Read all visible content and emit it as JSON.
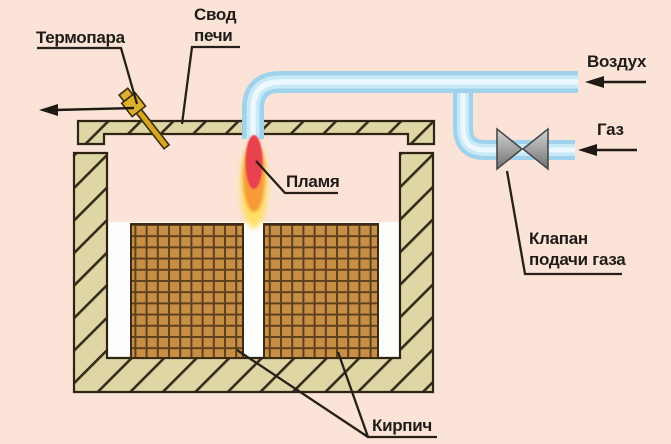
{
  "diagram": {
    "labels": {
      "thermocouple": "Термопара",
      "furnace_roof": "Свод печи",
      "flame": "Пламя",
      "air": "Воздух",
      "gas": "Газ",
      "gas_valve": "Клапан подачи газа",
      "brick": "Кирпич"
    },
    "colors": {
      "background": "#fbe3d7",
      "chamber_white": "#fdfdfb",
      "masonry_fill": "#ded6a4",
      "masonry_hatch_line": "#372b19",
      "outline": "#2e2416",
      "brick_fill": "#c78e46",
      "brick_grid_line": "#5e401f",
      "pipe_edge_blue": "#9fd3eb",
      "pipe_mid_blue": "#c8e9f7",
      "pipe_core_blue": "#ecf8fd",
      "valve_gray_light": "#d2d2d2",
      "valve_gray_dark": "#707070",
      "flame_red": "#e84350",
      "flame_orange": "#f79a38",
      "flame_yellow": "#ffdf63",
      "thermocouple_gold": "#d9ab28",
      "callout_line": "#26201a",
      "text": "#1f1c18"
    }
  }
}
